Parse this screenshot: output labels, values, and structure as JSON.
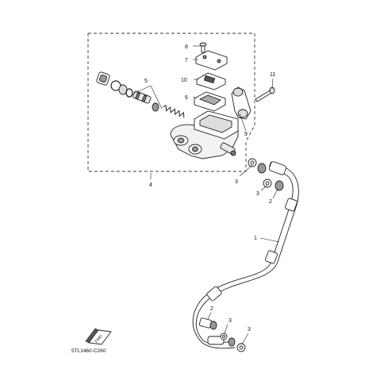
{
  "diagram": {
    "callouts": [
      "1",
      "2",
      "3",
      "4",
      "5",
      "6",
      "7",
      "8",
      "9",
      "10",
      "11"
    ],
    "fwd_label": "FWD",
    "drawing_code": "5TL1460-C260"
  }
}
